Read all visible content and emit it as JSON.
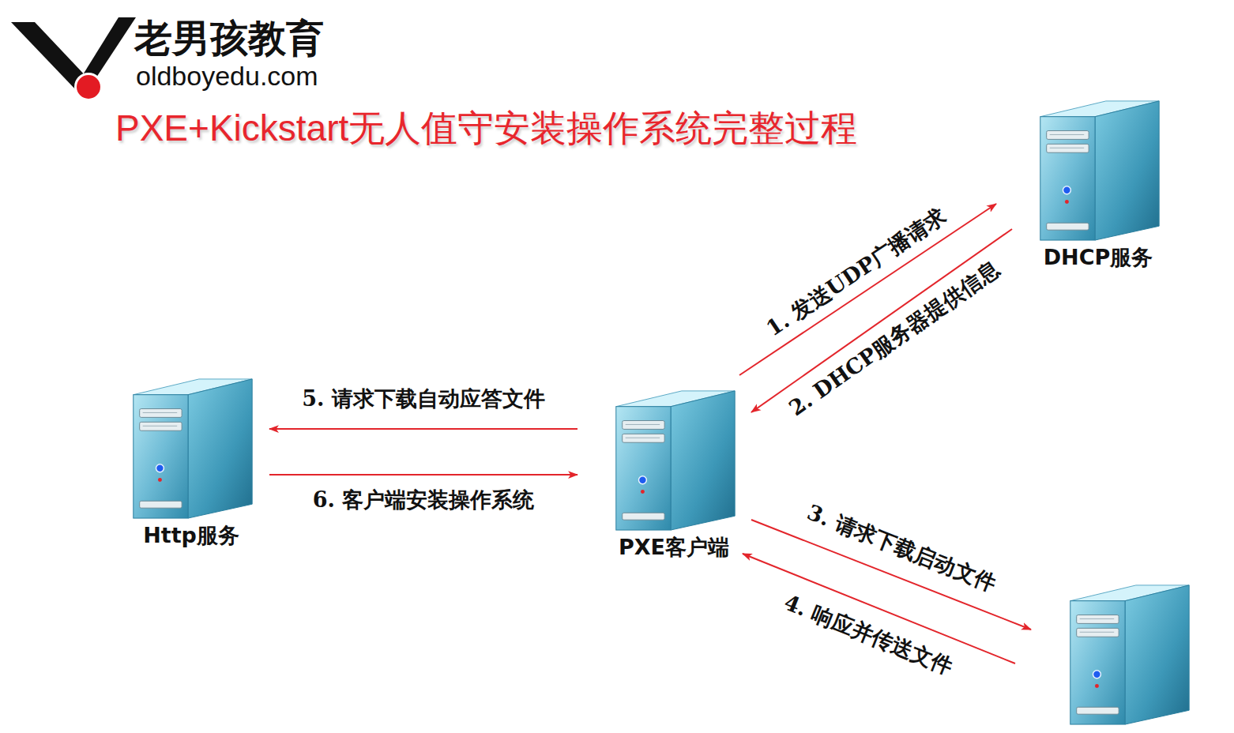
{
  "diagram": {
    "title": "PXE+Kickstart无人值守安装操作系统完整过程",
    "nodes": [
      {
        "text": [
          "DHCP服务"
        ]
      },
      {
        "text": [
          "Http服务"
        ]
      },
      {
        "text": [
          "PXE客户端"
        ]
      },
      {
        "text": []
      }
    ],
    "edges": [
      {
        "from": 2,
        "to": 0,
        "label": "1. 发送UDP广播请求",
        "arrow": "to"
      },
      {
        "from": 0,
        "to": 2,
        "label": "2. DHCP服务器提供信息",
        "arrow": "to"
      },
      {
        "from": 2,
        "to": 3,
        "label": "3. 请求下载启动文件",
        "arrow": "to"
      },
      {
        "from": 3,
        "to": 2,
        "label": "4. 响应并传送文件",
        "arrow": "to"
      },
      {
        "from": 2,
        "to": 1,
        "label": "5. 请求下载自动应答文件",
        "arrow": "to"
      },
      {
        "from": 1,
        "to": 2,
        "label": "6. 客户端安装操作系统",
        "arrow": "to"
      }
    ],
    "labels": [
      "老男孩教育",
      "oldboyedu.com"
    ]
  }
}
